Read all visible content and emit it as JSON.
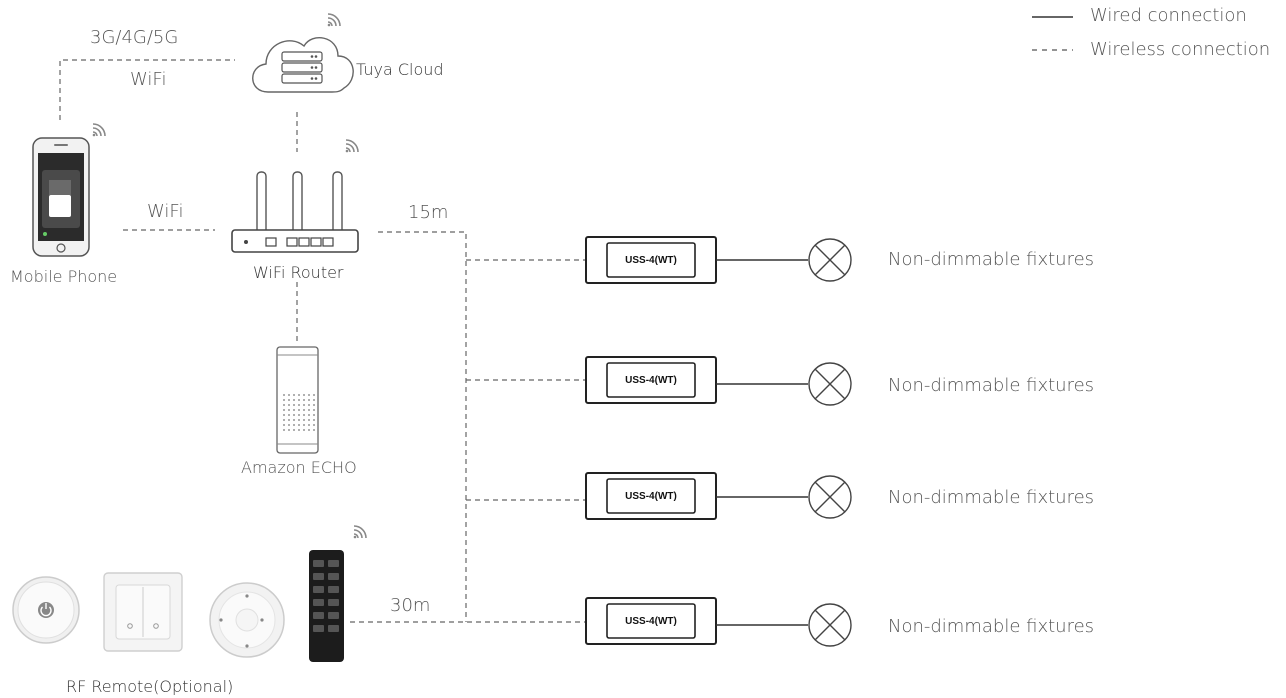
{
  "legend": {
    "wired": "Wired connection",
    "wireless": "Wireless connection"
  },
  "labels": {
    "network": "3G/4G/5G",
    "wifi_cloud": "WiFi",
    "cloud": "Tuya Cloud",
    "phone": "Mobile Phone",
    "wifi_phone": "WiFi",
    "router": "WiFi Router",
    "echo": "Amazon ECHO",
    "remote": "RF Remote(Optional)",
    "dist_15": "15m",
    "dist_30": "30m"
  },
  "controllers": [
    {
      "model": "USS-4(WT)",
      "load": "Non-dimmable fixtures"
    },
    {
      "model": "USS-4(WT)",
      "load": "Non-dimmable fixtures"
    },
    {
      "model": "USS-4(WT)",
      "load": "Non-dimmable fixtures"
    },
    {
      "model": "USS-4(WT)",
      "load": "Non-dimmable fixtures"
    }
  ],
  "colors": {
    "line": "#555555",
    "device": "#222222",
    "text": "#555555"
  }
}
